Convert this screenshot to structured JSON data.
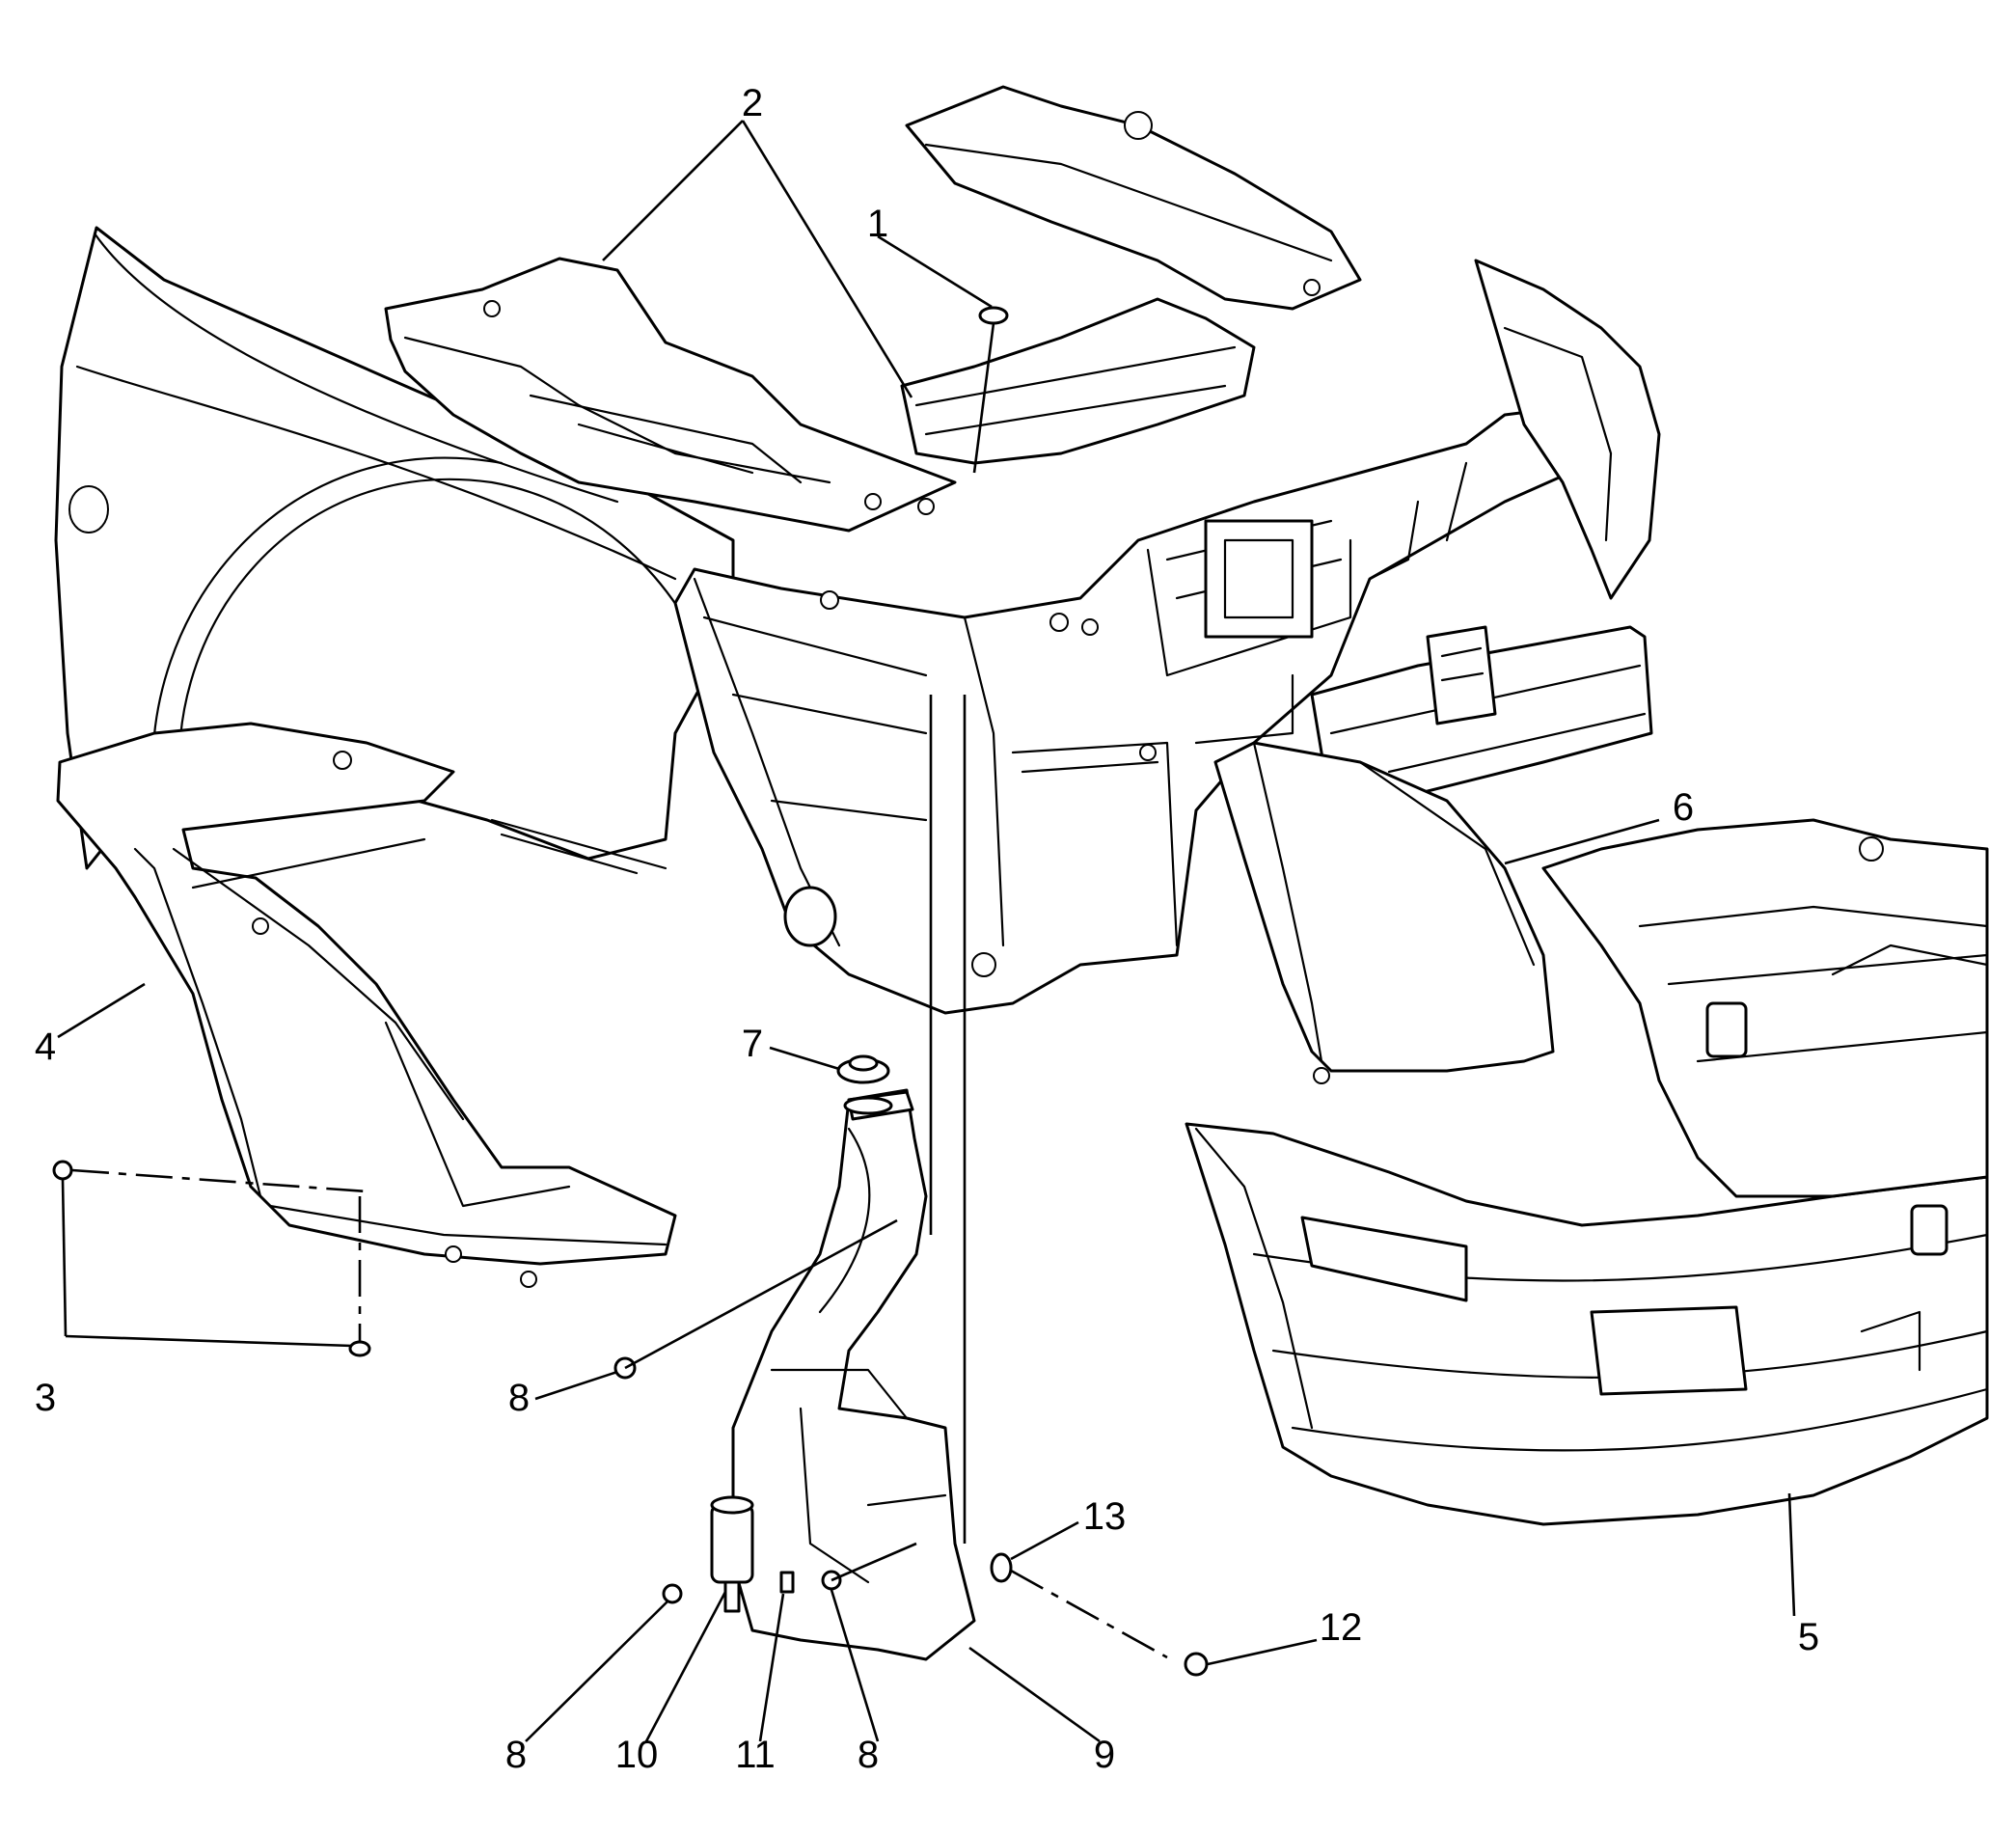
{
  "diagram": {
    "callouts": [
      "1",
      "2",
      "3",
      "4",
      "5",
      "6",
      "7",
      "8",
      "8",
      "8",
      "9",
      "10",
      "11",
      "12",
      "13"
    ]
  }
}
